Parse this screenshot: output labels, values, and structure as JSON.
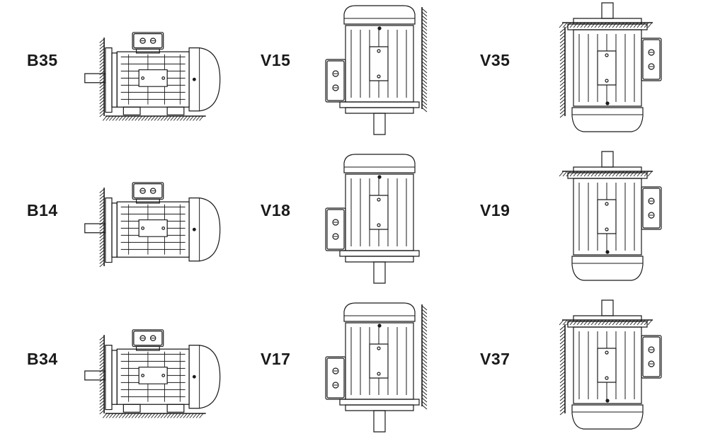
{
  "mounting_positions": [
    {
      "code": "B35",
      "orientation": "horizontal",
      "wall": "left",
      "floor": true
    },
    {
      "code": "V15",
      "orientation": "vertical-shaft-down",
      "wall": "right",
      "floor": false
    },
    {
      "code": "V35",
      "orientation": "vertical-shaft-up",
      "wall": "left",
      "floor": false
    },
    {
      "code": "B14",
      "orientation": "horizontal",
      "wall": "left",
      "floor": false
    },
    {
      "code": "V18",
      "orientation": "vertical-shaft-down",
      "wall": "none",
      "floor": false
    },
    {
      "code": "V19",
      "orientation": "vertical-shaft-up",
      "wall": "none",
      "floor": false
    },
    {
      "code": "B34",
      "orientation": "horizontal",
      "wall": "left",
      "floor": true
    },
    {
      "code": "V17",
      "orientation": "vertical-shaft-down",
      "wall": "right",
      "floor": false
    },
    {
      "code": "V37",
      "orientation": "vertical-shaft-up",
      "wall": "left",
      "floor": false
    }
  ]
}
